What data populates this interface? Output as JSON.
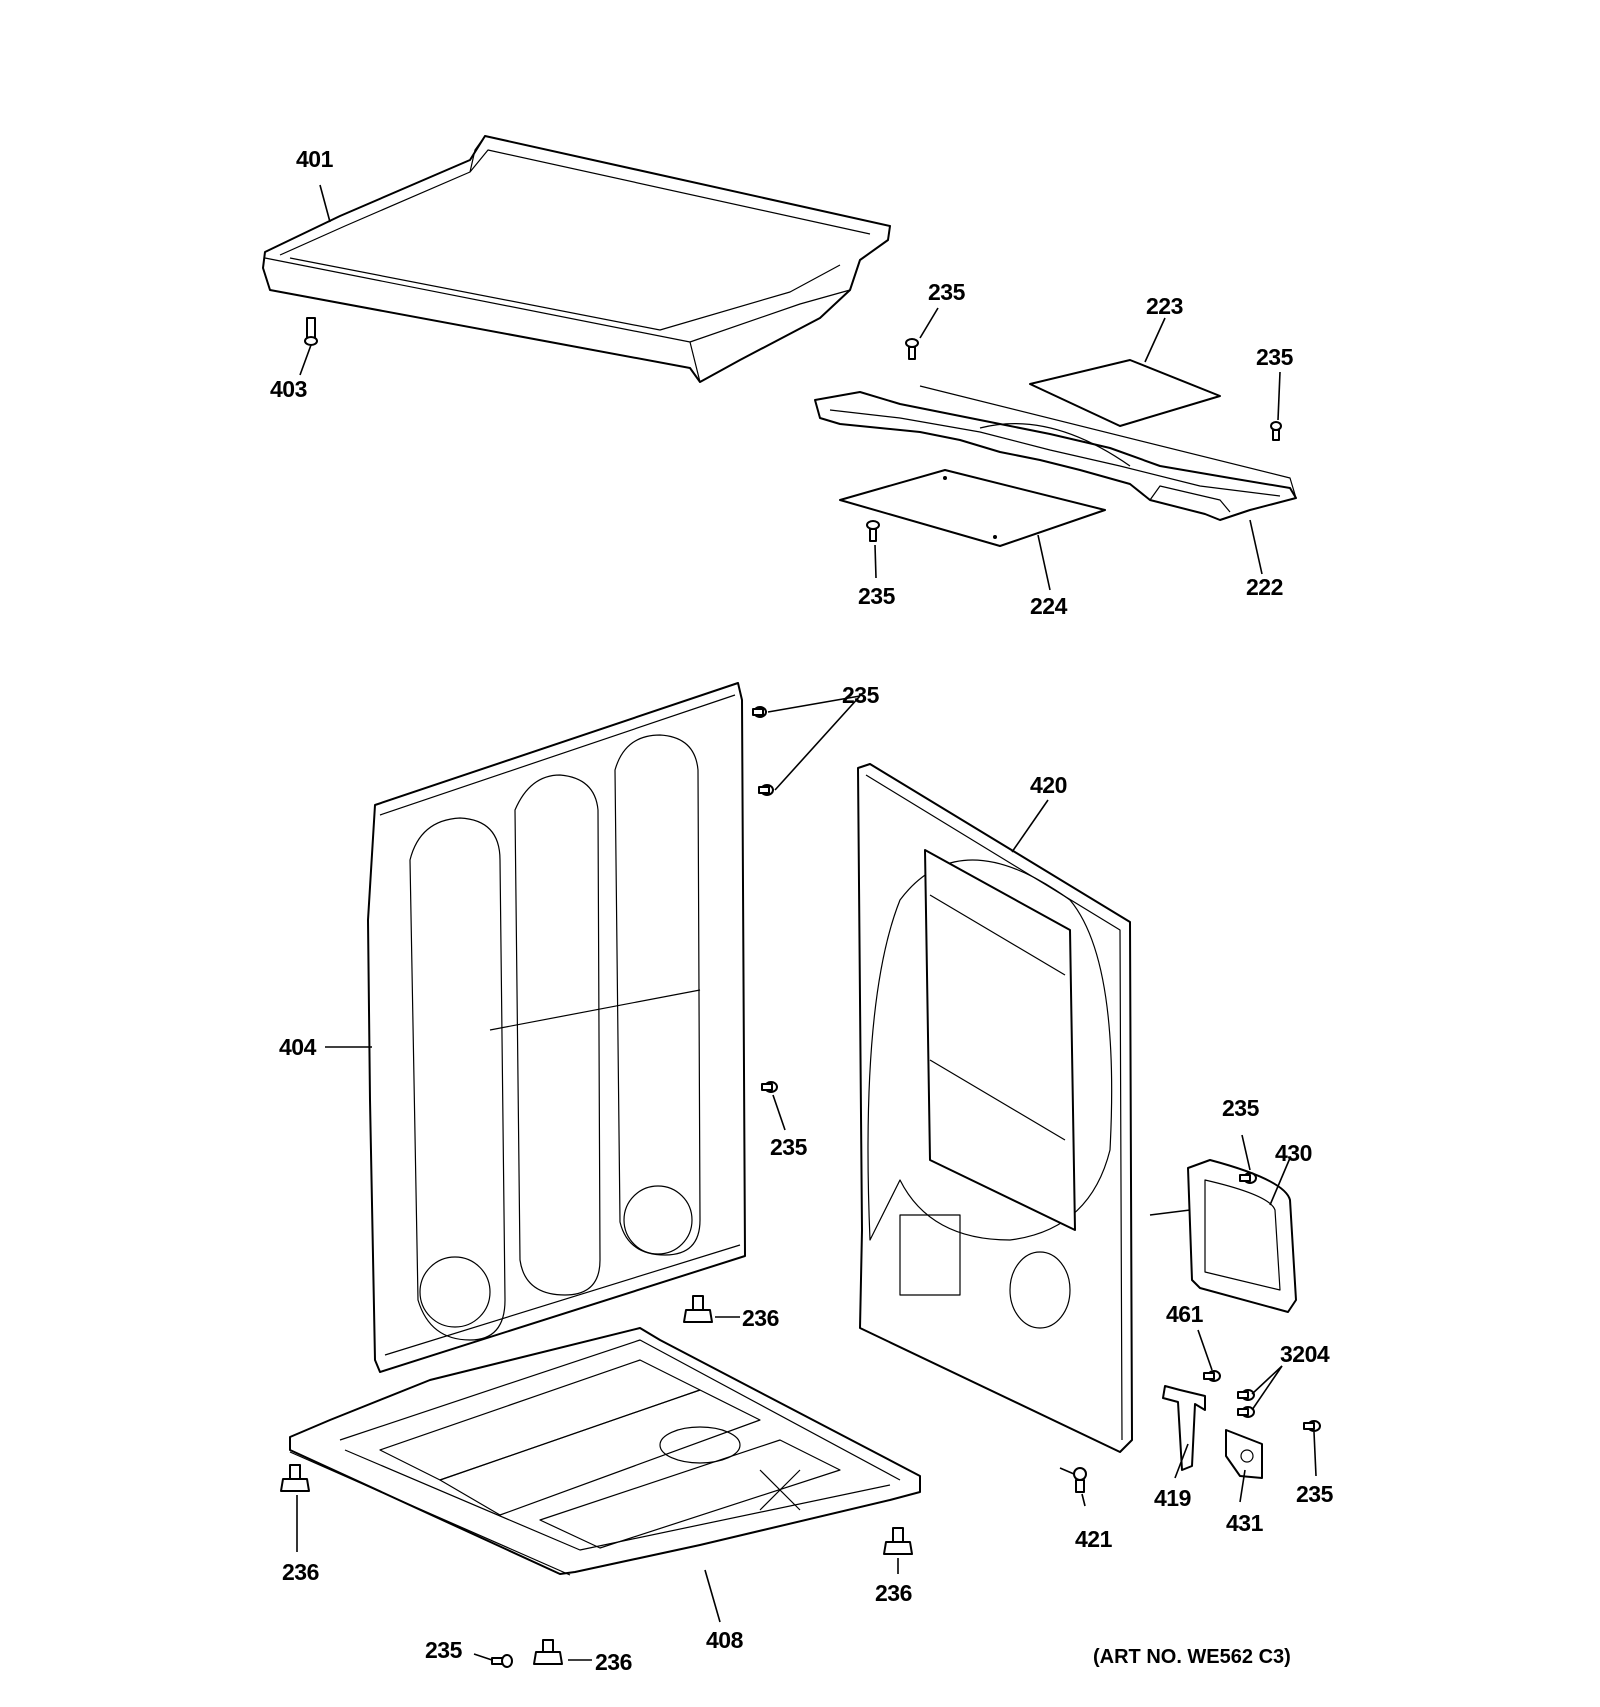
{
  "labels": {
    "p401": "401",
    "p403": "403",
    "p235_a": "235",
    "p223": "223",
    "p235_b": "235",
    "p235_c": "235",
    "p224": "224",
    "p222": "222",
    "p235_d": "235",
    "p420": "420",
    "p404": "404",
    "p235_e": "235",
    "p235_f": "235",
    "p430": "430",
    "p236_a": "236",
    "p461": "461",
    "p3204": "3204",
    "p235_g": "235",
    "p419": "419",
    "p431": "431",
    "p421": "421",
    "p236_b": "236",
    "p236_c": "236",
    "p408": "408",
    "p235_h": "235",
    "p236_d": "236"
  },
  "art_number": "(ART NO. WE562 C3)"
}
